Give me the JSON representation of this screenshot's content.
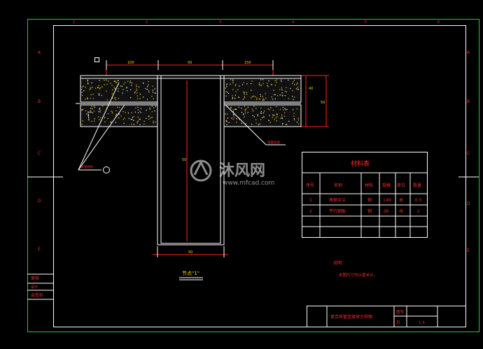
{
  "title_block": {
    "drawing_name": "复合风管连接放大样图",
    "label_a": "图号",
    "label_b": "比例",
    "value_a": "",
    "value_b": "1:5",
    "sheet_label": "页"
  },
  "left_strip": {
    "row1": "审核",
    "row2": "设计",
    "row3": "会签栏"
  },
  "material_table": {
    "title": "材料表",
    "headers": [
      "序号",
      "名称",
      "材料",
      "规格",
      "单位",
      "数量"
    ],
    "rows": [
      [
        "1",
        "角钢法兰",
        "钢",
        "L40",
        "米",
        "0.5"
      ],
      [
        "2",
        "平行钢板",
        "钢",
        "δ0",
        "块",
        "2"
      ]
    ]
  },
  "notes": {
    "heading": "说明:",
    "line1": "本图尺寸均以毫米计。"
  },
  "detail_label": "节点\"1\"",
  "dimensions": {
    "top_left": "100",
    "top_mid": "50",
    "top_right": "150",
    "side": "40",
    "vertical": "50",
    "bottom": "50"
  },
  "callouts": {
    "left_callout": "保温材料",
    "right_callout": "角钢连接"
  },
  "grid_labels": {
    "top": [
      "1",
      "2",
      "3",
      "4",
      "5",
      "6"
    ],
    "left": [
      "A",
      "B",
      "C",
      "D",
      "E"
    ],
    "right": [
      "A",
      "B",
      "C",
      "D",
      "E"
    ]
  },
  "watermark": {
    "brand": "沐风网",
    "url": "www.mfcad.com"
  },
  "colors": {
    "line": "#ff2222",
    "green_frame": "#1fd11f",
    "hatch": "#ffd400",
    "text_yellow": "#ffd400",
    "background": "#000000"
  }
}
